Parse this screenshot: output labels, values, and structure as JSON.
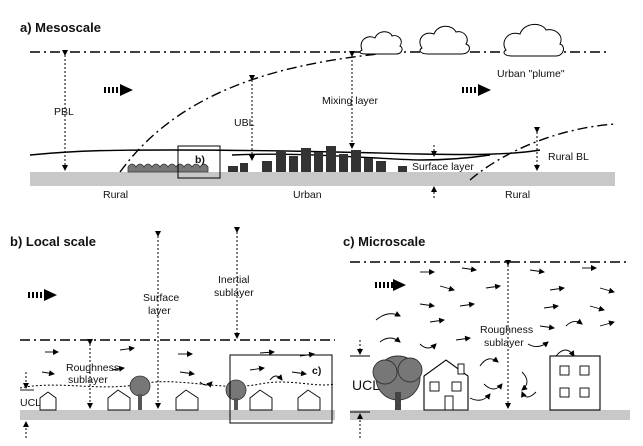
{
  "panel_a": {
    "title": "a) Mesoscale",
    "labels": {
      "pbl": "PBL",
      "ubl": "UBL",
      "mixing_layer": "Mixing layer",
      "urban_plume": "Urban \"plume\"",
      "surface_layer": "Surface layer",
      "rural_bl": "Rural BL",
      "inset": "b)"
    },
    "ground_labels": [
      "Rural",
      "Urban",
      "Rural"
    ]
  },
  "panel_b": {
    "title": "b) Local scale",
    "labels": {
      "surface_layer_1": "Surface",
      "surface_layer_2": "layer",
      "inertial_1": "Inertial",
      "inertial_2": "sublayer",
      "roughness_1": "Roughness",
      "roughness_2": "sublayer",
      "ucl": "UCL",
      "inset": "c)"
    }
  },
  "panel_c": {
    "title": "c) Microscale",
    "labels": {
      "roughness_1": "Roughness",
      "roughness_2": "sublayer",
      "ucl": "UCL"
    }
  },
  "icons": {
    "wind": "wind-direction-arrow-icon",
    "cloud": "cloud-icon",
    "tree": "tree-icon",
    "house": "house-icon",
    "building": "building-icon"
  }
}
